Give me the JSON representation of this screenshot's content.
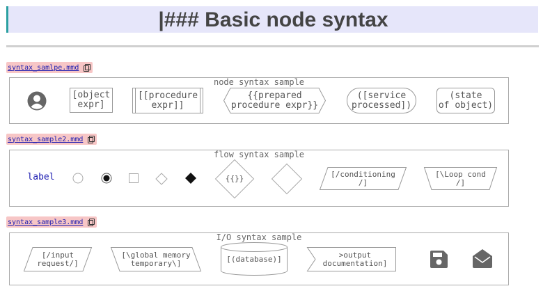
{
  "title": "|### Basic node syntax",
  "sections": [
    {
      "file": "syntax_samlpe.mmd",
      "caption": "node syntax sample",
      "nodes": {
        "user_icon": "user-circle-icon",
        "object": "[object\nexpr]",
        "procedure": "[[procedure\nexpr]]",
        "prepared": "{{prepared\nprocedure expr}}",
        "service": "([service\nprocessed])",
        "state": "(state\nof object)"
      }
    },
    {
      "file": "syntax_sample2.mmd",
      "caption": "flow syntax sample",
      "nodes": {
        "label": "label",
        "braces": "{{}}",
        "conditioning": "[/conditioning\n/]",
        "loop": "[\\Loop cond\n/]"
      }
    },
    {
      "file": "syntax_sample3.mmd",
      "caption": "I/O syntax sample",
      "nodes": {
        "input": "[/input\nrequest/]",
        "global": "[\\global memory\ntemporary\\]",
        "database": "[(database)]",
        "output": ">output\ndocumentation]",
        "save_icon": "floppy-disk-icon",
        "mail_icon": "envelope-open-icon"
      }
    }
  ],
  "colors": {
    "title_bg": "#e6e6fa",
    "accent": "#2aa0a0",
    "file_tag_bg": "#f7c6c6",
    "label": "#1a1ab0"
  }
}
